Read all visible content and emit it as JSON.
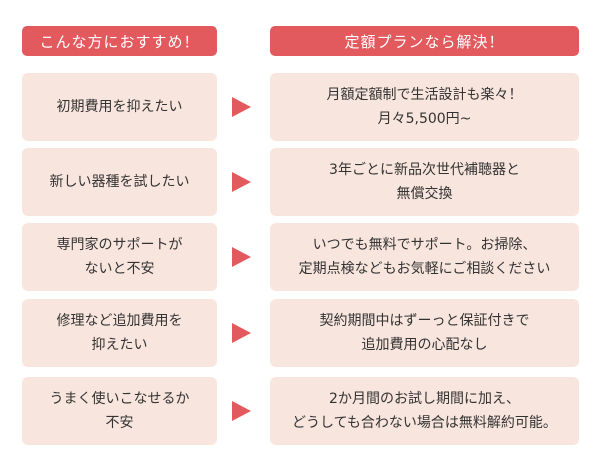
{
  "header": {
    "left_label": "こんな方におすすめ！",
    "right_label": "定額プランなら解決！"
  },
  "colors": {
    "accent": "#e35a5e",
    "card_background": "#f8e5dd",
    "text": "#333333"
  },
  "rows": [
    {
      "problem": "初期費用を抑えたい",
      "solution": "月額定額制で生活設計も楽々！\n月々5,500円~"
    },
    {
      "problem": "新しい器種を試したい",
      "solution": "3年ごとに新品次世代補聴器と\n無償交換"
    },
    {
      "problem": "専門家のサポートが\nないと不安",
      "solution": "いつでも無料でサポート。お掃除、\n定期点検などもお気軽にご相談ください"
    },
    {
      "problem": "修理など追加費用を\n抑えたい",
      "solution": "契約期間中はずーっと保証付きで\n追加費用の心配なし"
    },
    {
      "problem": "うまく使いこなせるか\n不安",
      "solution": "2か月間のお試し期間に加え、\nどうしても合わない場合は無料解約可能。"
    }
  ]
}
